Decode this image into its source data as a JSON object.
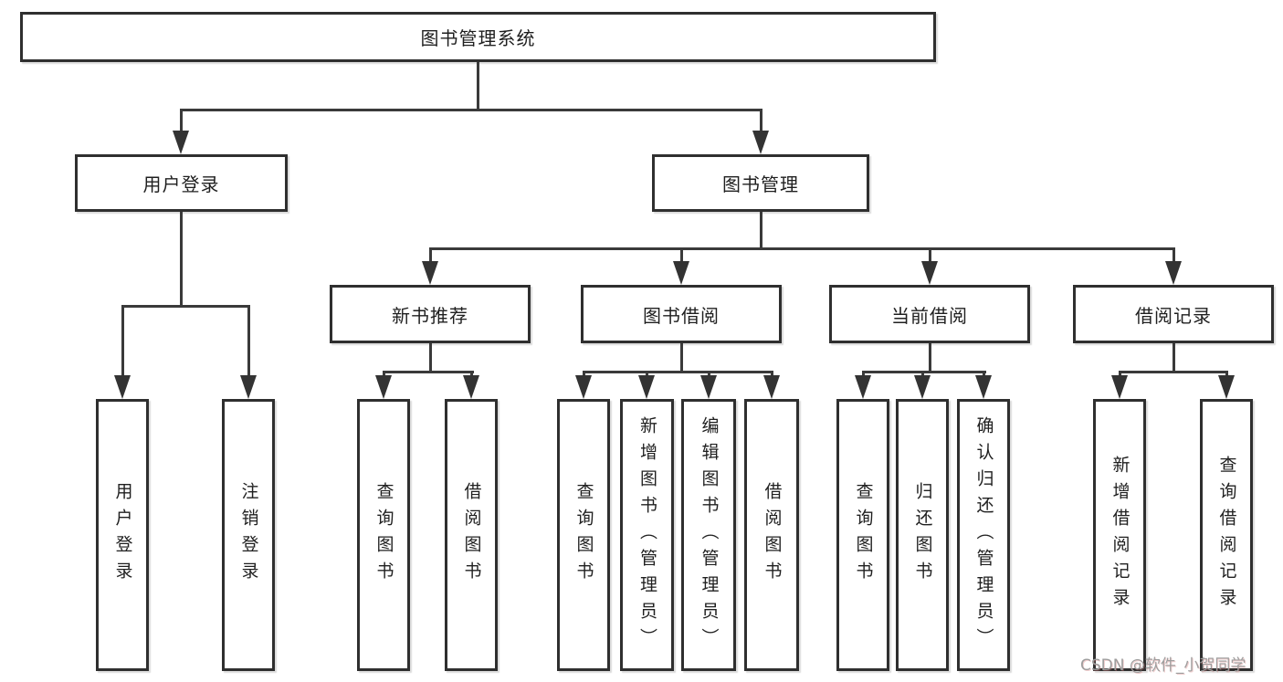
{
  "tree": {
    "root": {
      "label": "图书管理系统"
    },
    "level2": [
      {
        "id": "user-login",
        "label": "用户登录"
      },
      {
        "id": "book-management",
        "label": "图书管理"
      }
    ],
    "level3": [
      {
        "id": "new-book-recommend",
        "label": "新书推荐"
      },
      {
        "id": "book-borrow",
        "label": "图书借阅"
      },
      {
        "id": "current-borrow",
        "label": "当前借阅"
      },
      {
        "id": "borrow-records",
        "label": "借阅记录"
      }
    ],
    "leaves": {
      "user_login": [
        {
          "label": "用户登录"
        },
        {
          "label": "注销登录"
        }
      ],
      "new_book": [
        {
          "label": "查询图书"
        },
        {
          "label": "借阅图书"
        }
      ],
      "book_borrow": [
        {
          "label": "查询图书"
        },
        {
          "label": "新增图书（管理员）"
        },
        {
          "label": "编辑图书（管理员）"
        },
        {
          "label": "借阅图书"
        }
      ],
      "current_borrow": [
        {
          "label": "查询图书"
        },
        {
          "label": "归还图书"
        },
        {
          "label": "确认归还（管理员）"
        }
      ],
      "records": [
        {
          "label": "新增借阅记录"
        },
        {
          "label": "查询借阅记录"
        }
      ]
    }
  },
  "watermark": "CSDN @软件_小贺同学",
  "colors": {
    "line": "#3a3a3a",
    "box_border": "#2f2f2f",
    "text": "#1f1f1f",
    "watermark": "#9e9e9e",
    "background": "#ffffff"
  }
}
